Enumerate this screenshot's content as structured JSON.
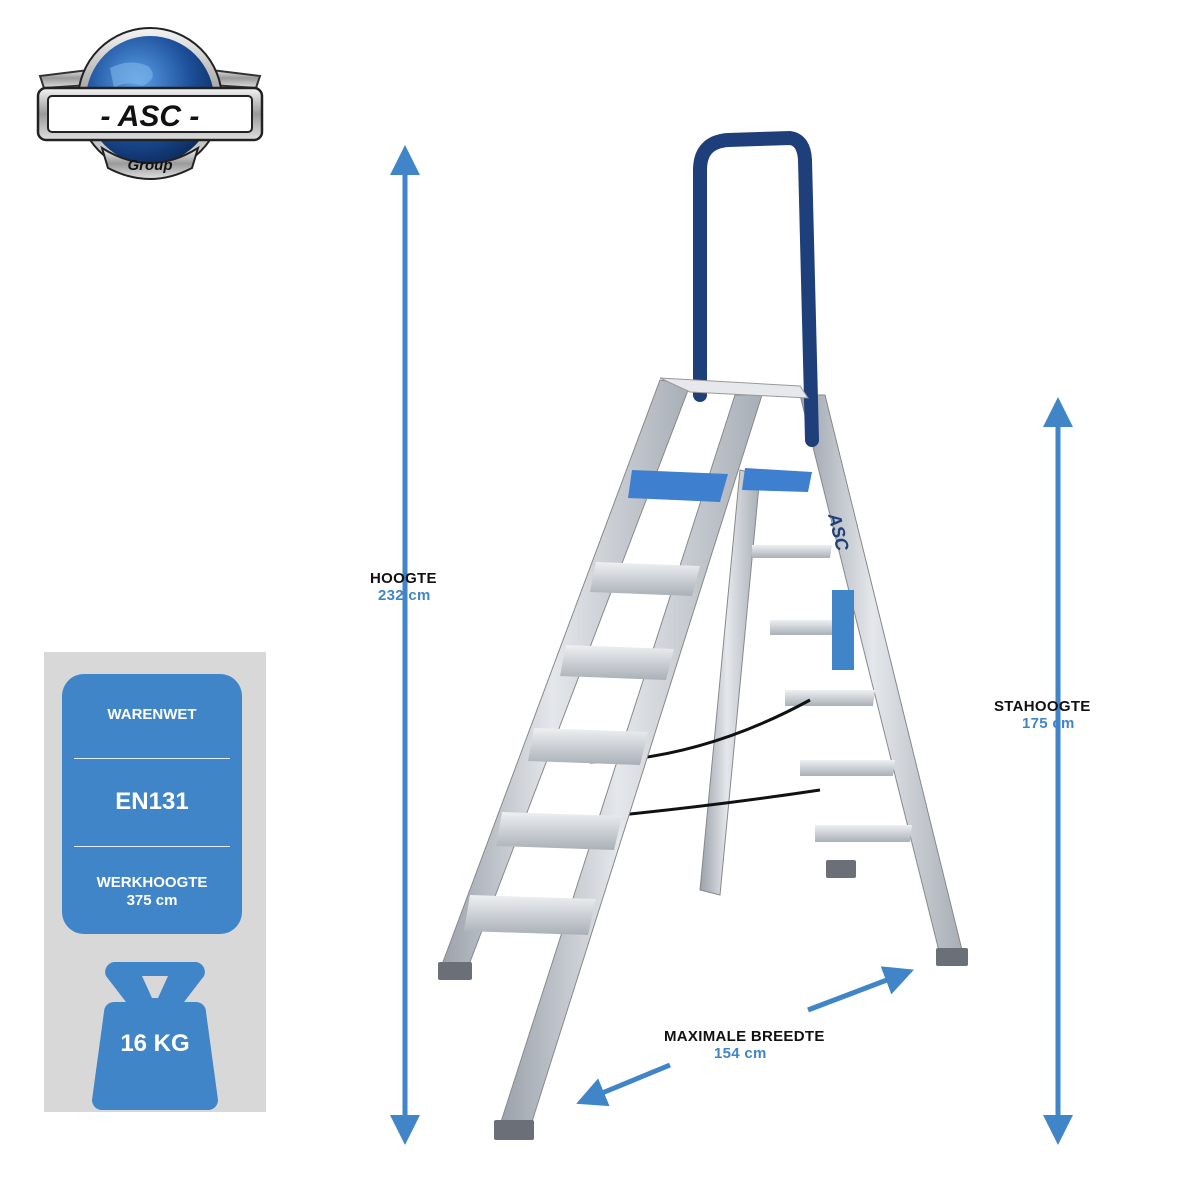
{
  "logo": {
    "text": "- ASC -",
    "sub": "Group"
  },
  "specs": {
    "standard": "WARENWET",
    "norm": "EN131",
    "working_height_label": "WERKHOOGTE",
    "working_height_value": "375 cm",
    "weight": "16 KG"
  },
  "dimensions": {
    "height_label": "HOOGTE",
    "height_value": "232 cm",
    "standing_label": "STAHOOGTE",
    "standing_value": "175 cm",
    "width_label": "MAXIMALE BREEDTE",
    "width_value": "154 cm"
  },
  "ladder_brand": "ASC",
  "colors": {
    "accent_blue": "#3f85c7",
    "rail_blue": "#1f3f7a",
    "aluminium": "#c4c9d0",
    "panel_grey": "#d8d8d8"
  }
}
